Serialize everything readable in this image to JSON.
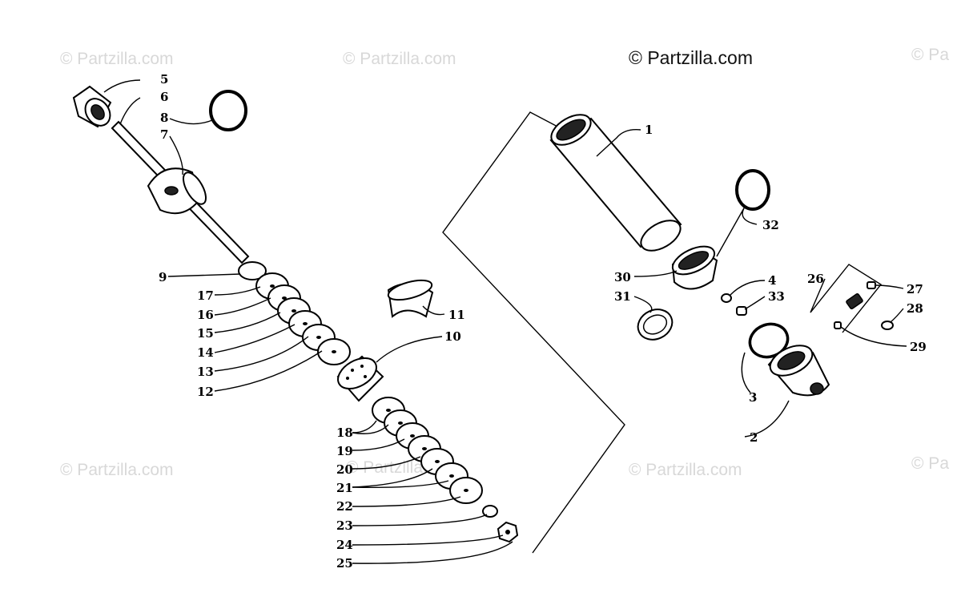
{
  "watermarks": {
    "main": "© Partzilla.com",
    "faint": "© Partzilla.com",
    "faint_cut": "© Pa"
  },
  "callouts": [
    "1",
    "2",
    "3",
    "4",
    "5",
    "6",
    "7",
    "8",
    "9",
    "10",
    "11",
    "12",
    "13",
    "14",
    "15",
    "16",
    "17",
    "18",
    "19",
    "20",
    "21",
    "22",
    "23",
    "24",
    "25",
    "26",
    "27",
    "28",
    "29",
    "30",
    "31",
    "32",
    "33"
  ]
}
